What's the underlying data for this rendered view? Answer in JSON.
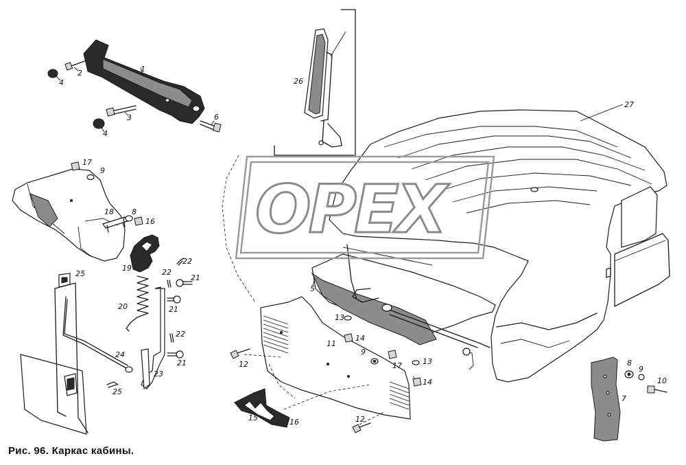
{
  "caption": "Рис. 96. Каркас кабины.",
  "watermark": "OPEX",
  "callouts": {
    "c1": "1",
    "c2": "2",
    "c3": "3",
    "c4a": "4",
    "c4b": "4",
    "c5": "5",
    "c6": "6",
    "c7": "7",
    "c8a": "8",
    "c8b": "8",
    "c9a": "9",
    "c9b": "9",
    "c9c": "9",
    "c10": "10",
    "c11": "11",
    "c12a": "12",
    "c12b": "12",
    "c13a": "13",
    "c13b": "13",
    "c14a": "14",
    "c14b": "14",
    "c15": "15",
    "c16a": "16",
    "c16b": "16",
    "c17a": "17",
    "c17b": "17",
    "c18": "18",
    "c19": "19",
    "c20": "20",
    "c21a": "21",
    "c21b": "21",
    "c21c": "21",
    "c22a": "22",
    "c22b": "22",
    "c22c": "22",
    "c23": "23",
    "c24": "24",
    "c25a": "25",
    "c25b": "25",
    "c26": "26",
    "c27": "27"
  },
  "colors": {
    "ink": "#1a1a1a",
    "watermark": "#8a8a8a",
    "background": "#ffffff"
  }
}
